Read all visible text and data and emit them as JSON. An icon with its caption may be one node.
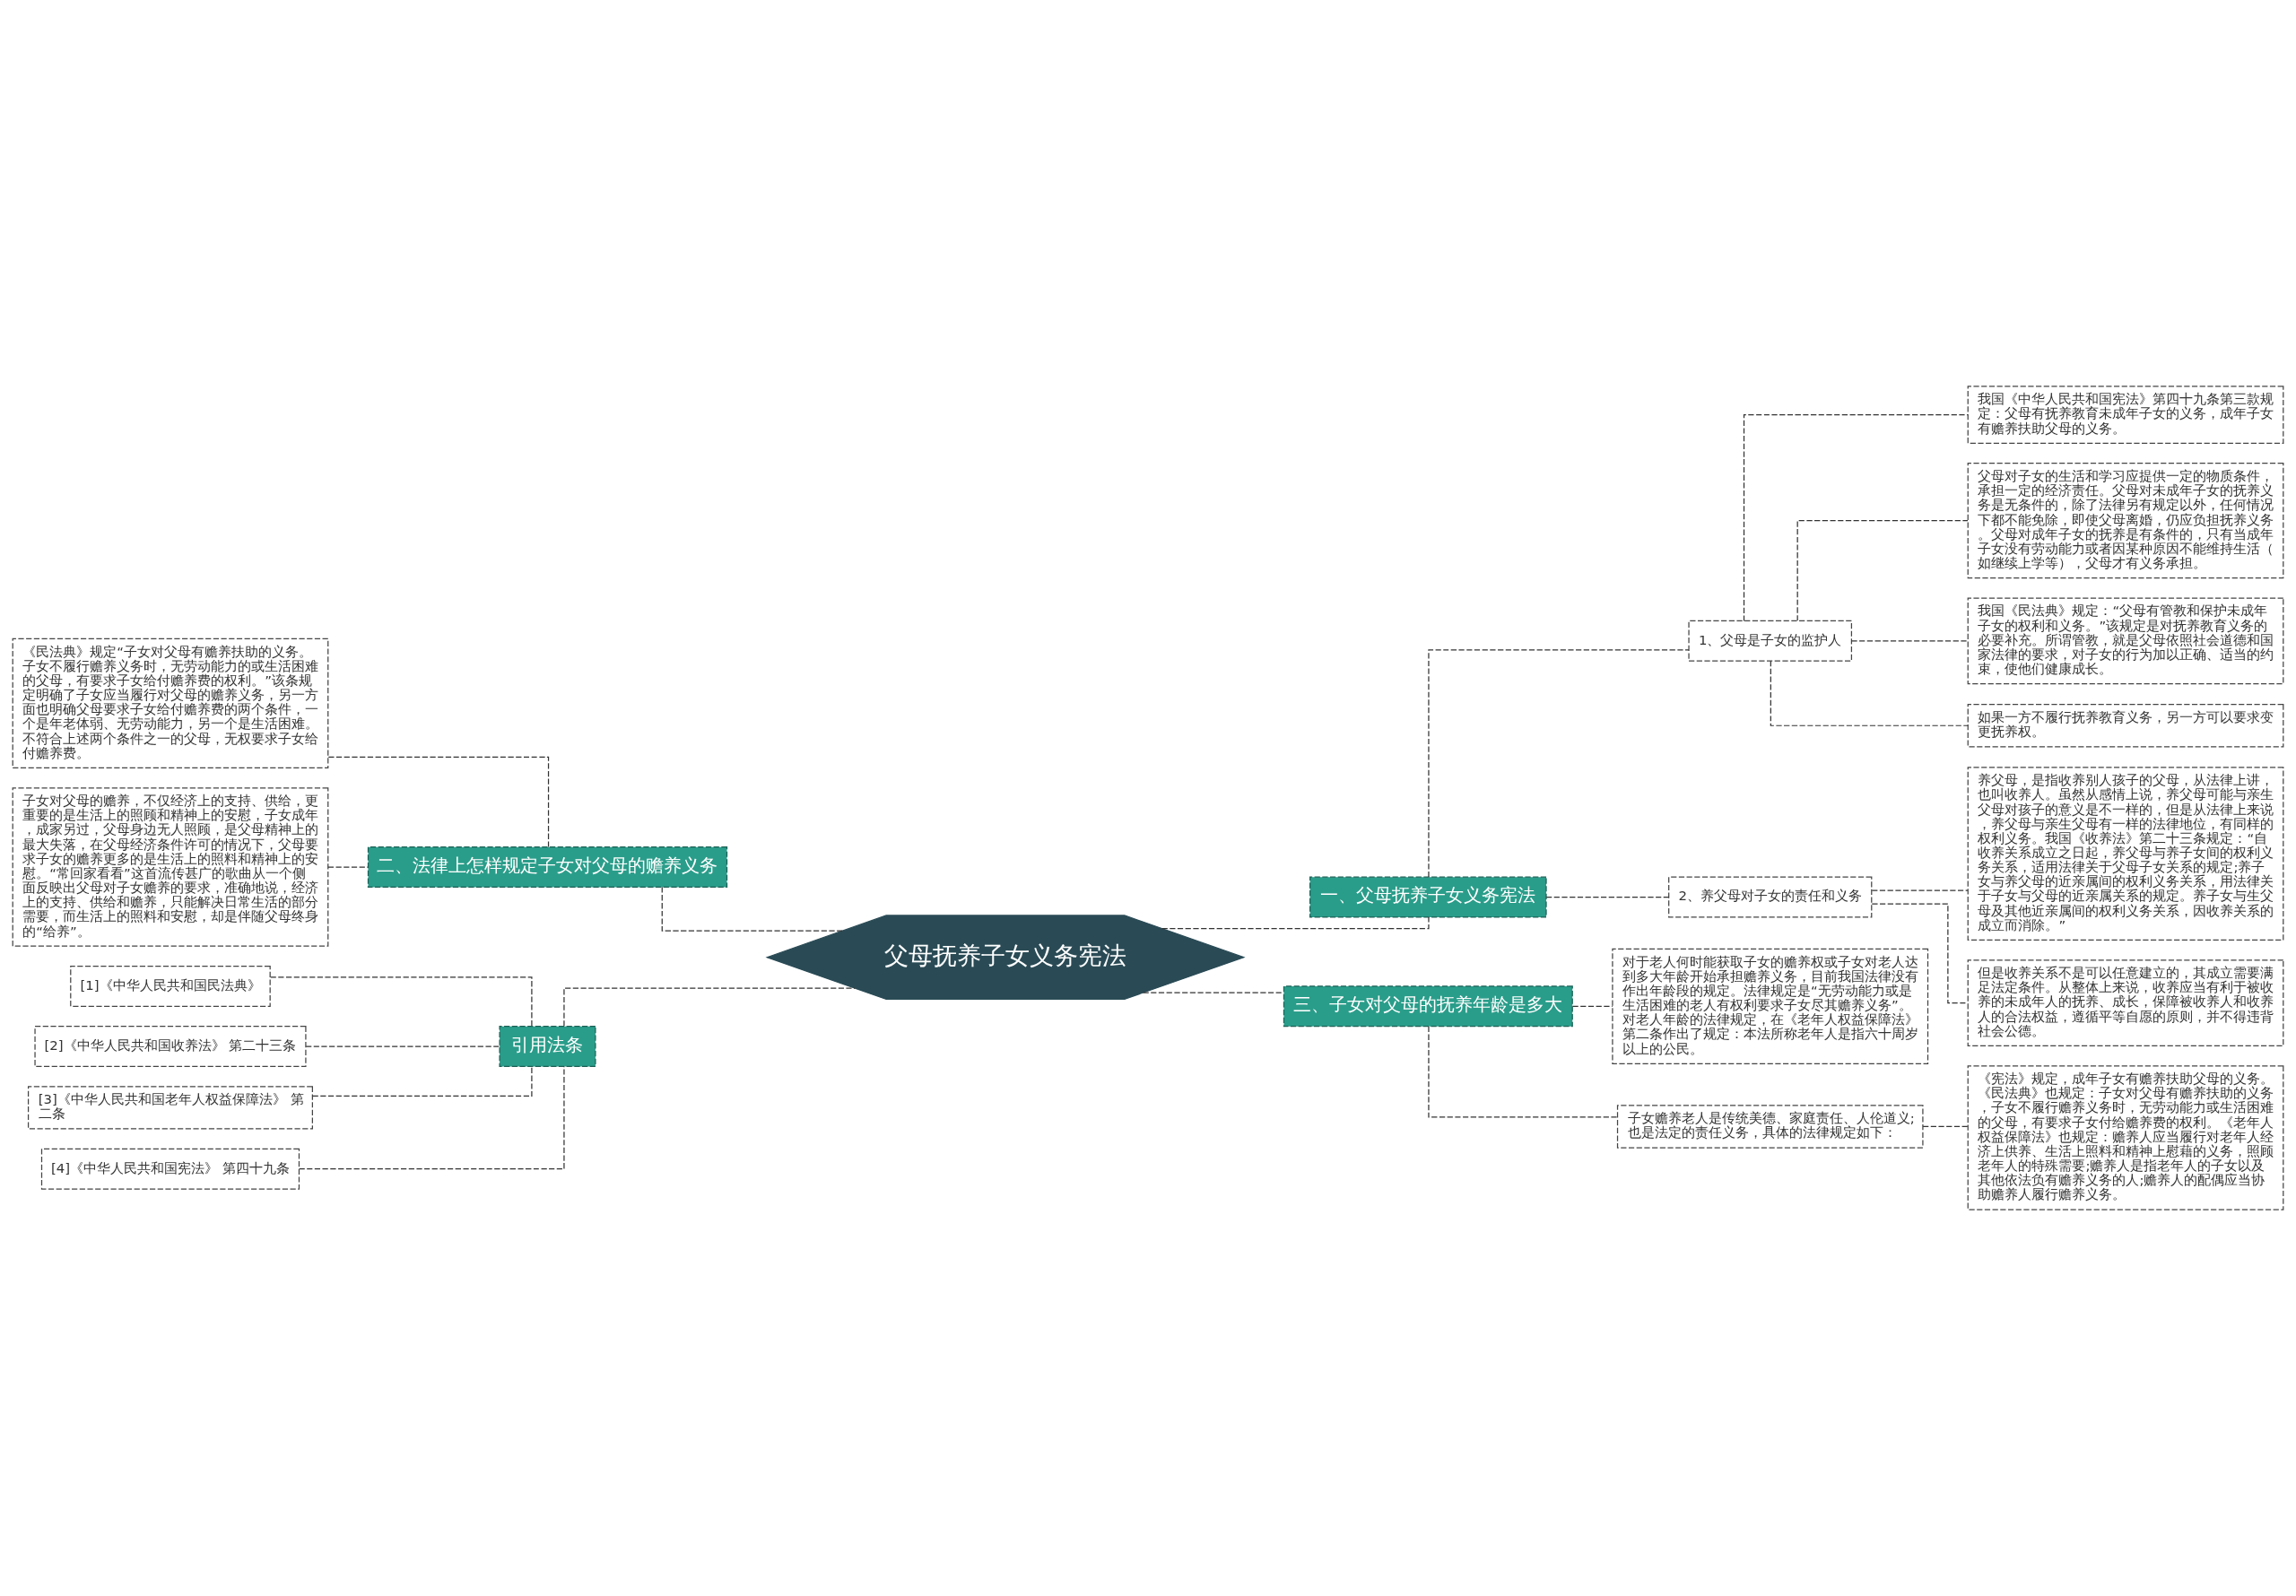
{
  "diagram": {
    "nodes": [
      {
        "text": [
          "父母抚养子女义务宪法"
        ]
      },
      {
        "text": [
          "一、父母抚养子女义务宪法"
        ]
      },
      {
        "text": [
          "1、父母是子女的监护人"
        ]
      },
      {
        "text": [
          "我国《中华人民共和国宪法》第四十九条第三款规定：父母有抚养教育未成年子女的义务，成年子女有赡养扶助父母的义务。"
        ]
      },
      {
        "text": [
          "父母对子女的生活和学习应提供一定的物质条件，承担一定的经济责任。父母对未成年子女的抚养义务是无条件的，除了法律另有规定以外，任何情况下都不能免除，即使父母离婚，仍应负担抚养义务。父母对成年子女的抚养是有条件的，只有当成年子女没有劳动能力或者因某种原因不能维持生活（如继续上学等），父母才有义务承担。"
        ]
      },
      {
        "text": [
          "我国《民法典》规定：“父母有管教和保护未成年子女的权利和义务。”该规定是对抚养教育义务的必要补充。所谓管教，就是父母依照社会道德和国家法律的要求，对子女的行为加以正确、适当的约束，使他们健康成长。"
        ]
      },
      {
        "text": [
          "如果一方不履行抚养教育义务，另一方可以要求变更抚养权。"
        ]
      },
      {
        "text": [
          "2、养父母对子女的责任和义务"
        ]
      },
      {
        "text": [
          "养父母，是指收养别人孩子的父母，从法律上讲，也叫收养人。虽然从感情上说，养父母可能与亲生父母对孩子的意义是不一样的，但是从法律上来说，养父母与亲生父母有一样的法律地位，有同样的权利义务。我国《收养法》第二十三条规定：“自收养关系成立之日起，养父母与养子女间的权利义务关系，适用法律关于父母子女关系的规定;养子女与养父母的近亲属间的权利义务关系，用法律关于子女与父母的近亲属关系的规定。养子女与生父母及其他近亲属间的权利义务关系，因收养关系的成立而消除。”"
        ]
      },
      {
        "text": [
          "但是收养关系不是可以任意建立的，其成立需要满足法定条件。从整体上来说，收养应当有利于被收养的未成年人的抚养、成长，保障被收养人和收养人的合法权益，遵循平等自愿的原则，并不得违背社会公德。"
        ]
      },
      {
        "text": [
          "三、子女对父母的抚养年龄是多大"
        ]
      },
      {
        "text": [
          "对于老人何时能获取子女的赡养权或子女对老人达到多大年龄开始承担赡养义务，目前我国法律没有作出年龄段的规定。法律规定是“无劳动能力或是生活困难的老人有权利要求子女尽其赡养义务”。对老人年龄的法律规定，在《老年人权益保障法》第二条作出了规定：本法所称老年人是指六十周岁以上的公民。"
        ]
      },
      {
        "text": [
          "子女赡养老人是传统美德、家庭责任、人伦道义;也是法定的责任义务，具体的法律规定如下："
        ]
      },
      {
        "text": [
          "《宪法》规定，成年子女有赡养扶助父母的义务。《民法典》也规定：子女对父母有赡养扶助的义务，子女不履行赡养义务时，无劳动能力或生活困难的父母，有要求子女付给赡养费的权利。《老年人权益保障法》也规定：赡养人应当履行对老年人经济上供养、生活上照料和精神上慰藉的义务，照顾老年人的特殊需要;赡养人是指老年人的子女以及其他依法负有赡养义务的人;赡养人的配偶应当协助赡养人履行赡养义务。"
        ]
      },
      {
        "text": [
          "二、法律上怎样规定子女对父母的赡养义务"
        ]
      },
      {
        "text": [
          "《民法典》规定“子女对父母有赡养扶助的义务。子女不履行赡养义务时，无劳动能力的或生活困难的父母，有要求子女给付赡养费的权利。”该条规定明确了子女应当履行对父母的赡养义务，另一方面也明确父母要求子女给付赡养费的两个条件，一个是年老体弱、无劳动能力，另一个是生活困难。不符合上述两个条件之一的父母，无权要求子女给付赡养费。"
        ]
      },
      {
        "text": [
          "子女对父母的赡养，不仅经济上的支持、供给，更重要的是生活上的照顾和精神上的安慰，子女成年，成家另过，父母身边无人照顾，是父母精神上的最大失落，在父母经济条件许可的情况下，父母要求子女的赡养更多的是生活上的照料和精神上的安慰。“常回家看看”这首流传甚广的歌曲从一个侧面反映出父母对子女赡养的要求，准确地说，经济上的支持、供给和赡养，只能解决日常生活的部分需要，而生活上的照料和安慰，却是伴随父母终身的“给养”。"
        ]
      },
      {
        "text": [
          "引用法条"
        ]
      },
      {
        "text": [
          "[1]《中华人民共和国民法典》"
        ]
      },
      {
        "text": [
          "[2]《中华人民共和国收养法》 第二十三条"
        ]
      },
      {
        "text": [
          "[3]《中华人民共和国老年人权益保障法》 第二条"
        ]
      },
      {
        "text": [
          "[4]《中华人民共和国宪法》 第四十九条"
        ]
      }
    ],
    "edges": [
      {
        "from": 0,
        "to": 1,
        "arrow": "none"
      },
      {
        "from": 1,
        "to": 2,
        "arrow": "none"
      },
      {
        "from": 2,
        "to": 3,
        "arrow": "none"
      },
      {
        "from": 2,
        "to": 4,
        "arrow": "none"
      },
      {
        "from": 2,
        "to": 5,
        "arrow": "none"
      },
      {
        "from": 2,
        "to": 6,
        "arrow": "none"
      },
      {
        "from": 1,
        "to": 7,
        "arrow": "none"
      },
      {
        "from": 7,
        "to": 8,
        "arrow": "none"
      },
      {
        "from": 7,
        "to": 9,
        "arrow": "none"
      },
      {
        "from": 0,
        "to": 10,
        "arrow": "none"
      },
      {
        "from": 10,
        "to": 11,
        "arrow": "none"
      },
      {
        "from": 10,
        "to": 12,
        "arrow": "none"
      },
      {
        "from": 12,
        "to": 13,
        "arrow": "none"
      },
      {
        "from": 14,
        "to": 0,
        "arrow": "none"
      },
      {
        "from": 15,
        "to": 14,
        "arrow": "none"
      },
      {
        "from": 16,
        "to": 14,
        "arrow": "none"
      },
      {
        "from": 17,
        "to": 0,
        "arrow": "none"
      },
      {
        "from": 18,
        "to": 17,
        "arrow": "none"
      },
      {
        "from": 19,
        "to": 17,
        "arrow": "none"
      },
      {
        "from": 20,
        "to": 17,
        "arrow": "none"
      },
      {
        "from": 21,
        "to": 17,
        "arrow": "none"
      }
    ]
  }
}
